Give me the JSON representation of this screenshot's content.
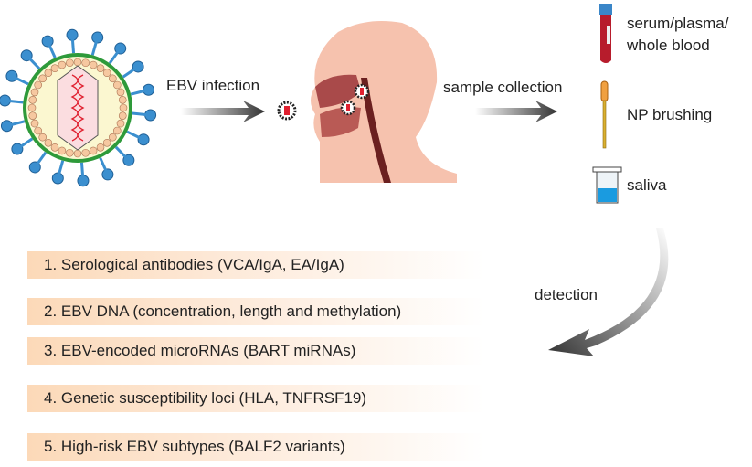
{
  "labels": {
    "infection": "EBV infection",
    "sample_collection": "sample collection",
    "detection": "detection"
  },
  "samples": [
    {
      "label": "serum/plasma/",
      "label2": "whole blood",
      "icon": "blood-tube-icon"
    },
    {
      "label": "NP brushing",
      "icon": "swab-icon"
    },
    {
      "label": "saliva",
      "icon": "saliva-cup-icon"
    }
  ],
  "methods": [
    "1. Serological antibodies (VCA/IgA, EA/IgA)",
    "2. EBV DNA (concentration, length and methylation)",
    "3. EBV-encoded microRNAs (BART miRNAs)",
    "4. Genetic susceptibility loci (HLA, TNFRSF19)",
    "5. High-risk EBV subtypes (BALF2 variants)"
  ],
  "colors": {
    "spike": "#3b8fcf",
    "envelope": "#2e9a3a",
    "capsid": "#fbf6c8",
    "box_fill": "#fcd9b8",
    "head": "#f2b9a4",
    "blood": "#b71c2c",
    "saliva": "#1a9be0"
  }
}
